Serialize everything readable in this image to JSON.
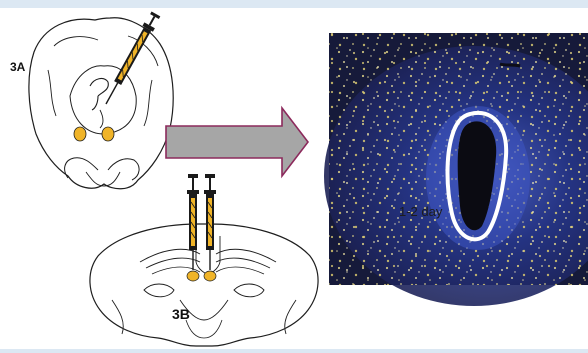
{
  "panel_a": {
    "label": "3A"
  },
  "panel_b": {
    "label": "3B"
  },
  "micrograph": {
    "annotation": "1-2 day"
  },
  "colors": {
    "drug_spot": "#f0b428",
    "arrow_fill": "#a6a6a6",
    "arrow_stroke": "#8c2a5c",
    "lesion_outline": "#ffffff"
  },
  "icons": [
    "syringe-icon",
    "arrow-right-icon"
  ]
}
